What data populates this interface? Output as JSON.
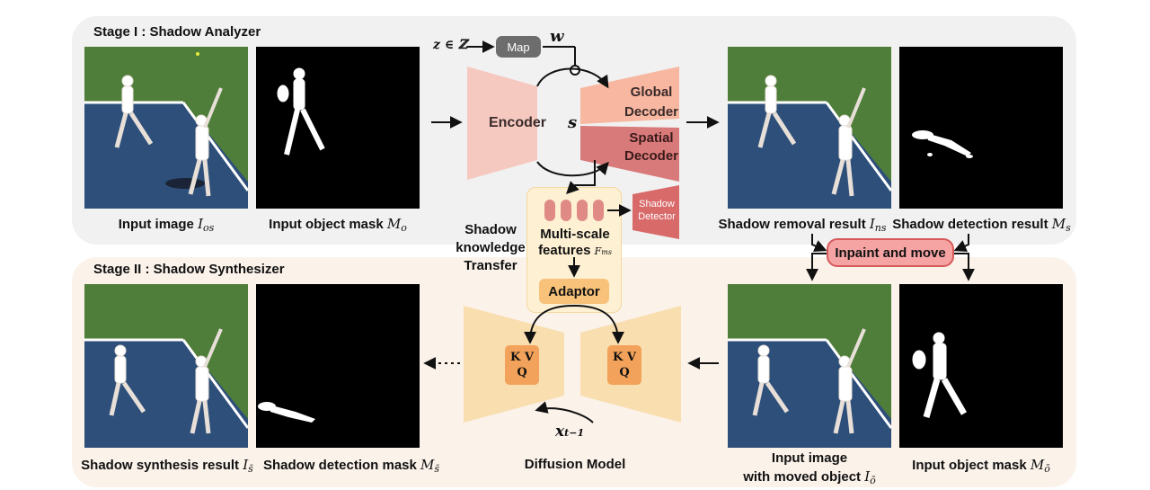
{
  "stage1": {
    "title": "Stage I : Shadow Analyzer",
    "captions": {
      "input_image": "Input image",
      "input_image_sym": "I",
      "input_image_sub": "os",
      "input_mask": "Input object mask",
      "input_mask_sym": "M",
      "input_mask_sub": "o",
      "removal": "Shadow removal result",
      "removal_sym": "I",
      "removal_sub": "ns",
      "detection": "Shadow detection result",
      "detection_sym": "M",
      "detection_sub": "s"
    },
    "z_label": "z ∈ ℤ",
    "map_label": "Map",
    "w_label": "w",
    "s_label": "s",
    "encoder_label": "Encoder",
    "global_decoder": [
      "Global",
      "Decoder"
    ],
    "spatial_decoder": [
      "Spatial",
      "Decoder"
    ],
    "shadow_detector": [
      "Shadow",
      "Detector"
    ]
  },
  "transfer": {
    "title": [
      "Shadow",
      "knowledge",
      "Transfer"
    ],
    "features": [
      "Multi-scale",
      "features"
    ],
    "features_sub": "F",
    "features_sub_small": "ms",
    "adaptor": "Adaptor"
  },
  "inpaint_label": "Inpaint and move",
  "stage2": {
    "title": "Stage II : Shadow Synthesizer",
    "kvq_top": "K V",
    "kvq_bottom": "Q",
    "xt_label": "x",
    "xt_sub": "t−1",
    "captions": {
      "synthesis": "Shadow synthesis result",
      "synthesis_sym": "I",
      "synthesis_sub": "s̄",
      "det_mask": "Shadow detection mask",
      "det_mask_sym": "M",
      "det_mask_sub": "s̄",
      "diffusion": "Diffusion Model",
      "moved_line1": "Input image",
      "moved_line2": "with moved object",
      "moved_sym": "I",
      "moved_sub": "ō",
      "obj_mask": "Input object mask",
      "obj_mask_sym": "M",
      "obj_mask_sub": "ō"
    }
  },
  "colors": {
    "encoder": "#f6c9c0",
    "global_decoder": "#f7b7a0",
    "spatial_decoder": "#d97a7a",
    "detector": "#d96a6a",
    "diffusion": "#f9deb0",
    "court_grass": "#4a7a3a",
    "court_blue": "#2e4f7a"
  }
}
